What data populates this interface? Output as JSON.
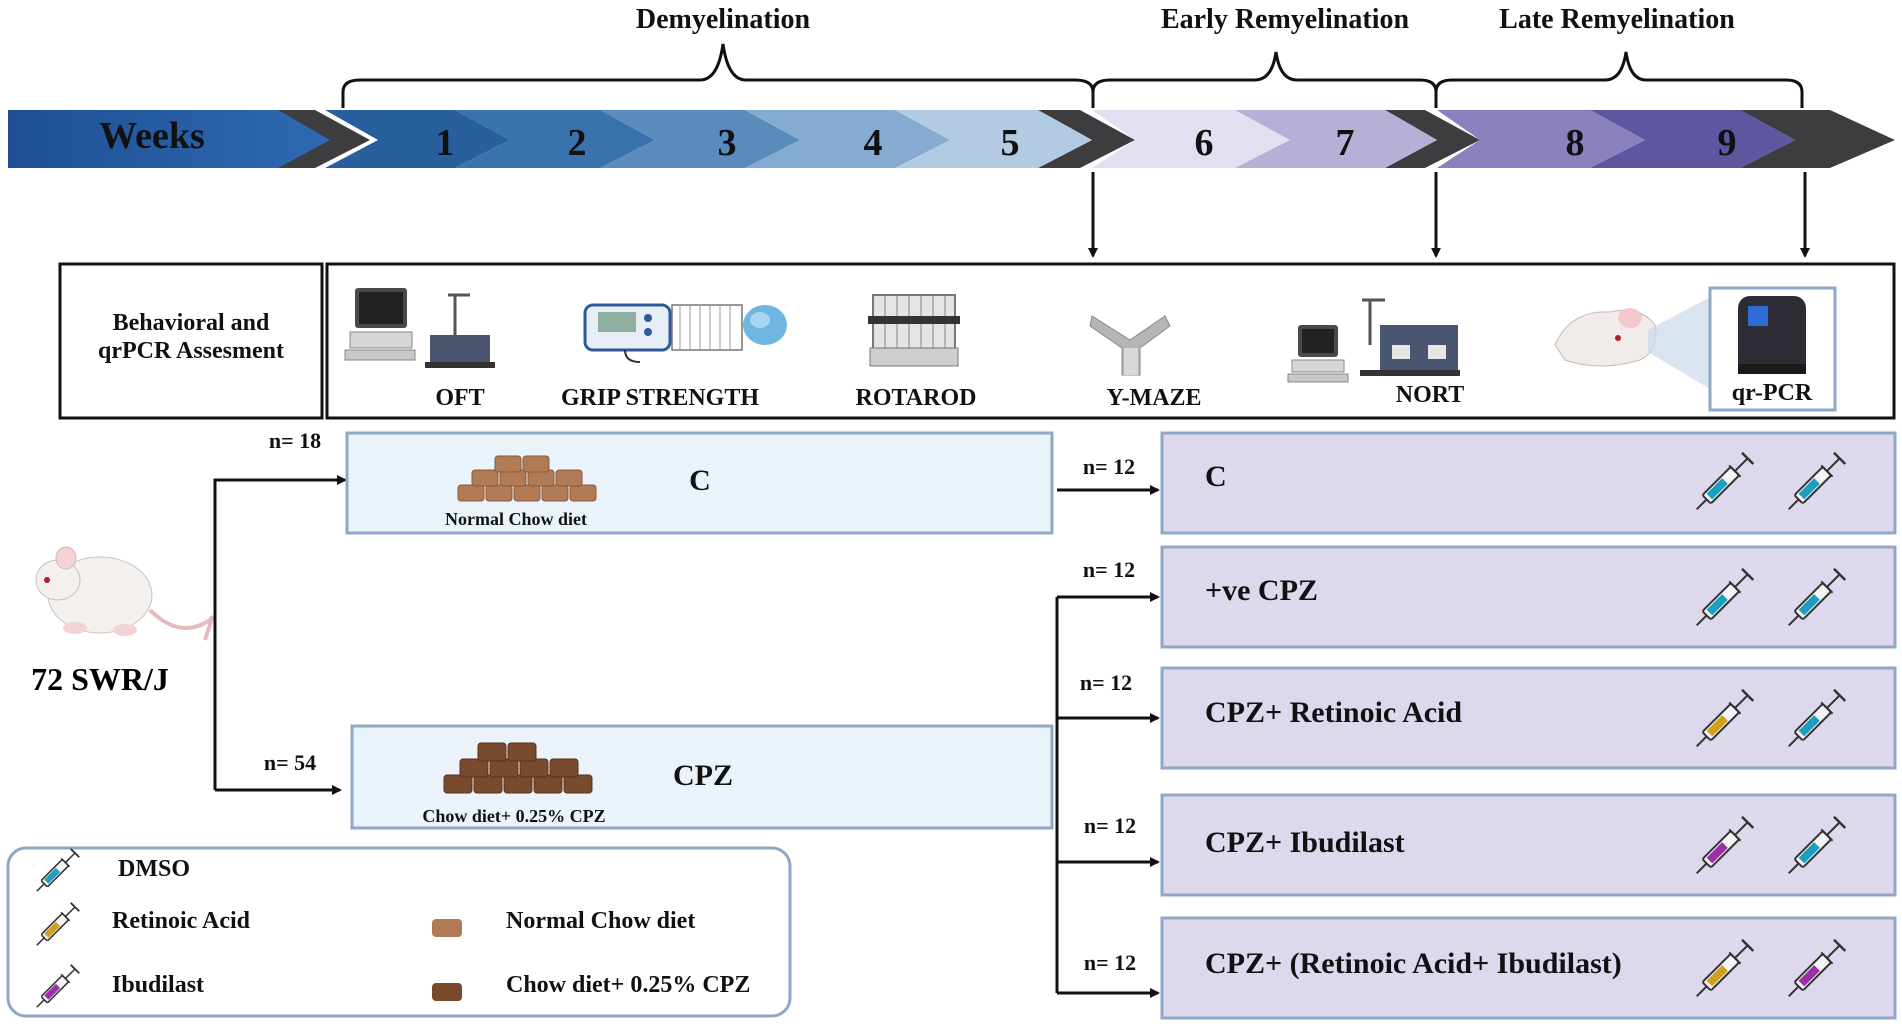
{
  "timeline": {
    "weeks_label": "Weeks",
    "weeks": [
      "1",
      "2",
      "3",
      "4",
      "5",
      "6",
      "7",
      "8",
      "9"
    ],
    "periods": [
      {
        "label": "Demyelination"
      },
      {
        "label": "Early Remyelination"
      },
      {
        "label": "Late Remyelination"
      }
    ]
  },
  "assessment": {
    "title_line1": "Behavioral and",
    "title_line2": "qrPCR Assesment",
    "tests": [
      "OFT",
      "GRIP STRENGTH",
      "ROTAROD",
      "Y-MAZE",
      "NORT",
      "qr-PCR"
    ]
  },
  "source": {
    "label": "72 SWR/J"
  },
  "first_groups": [
    {
      "n": "n= 18",
      "name": "C",
      "diet": "Normal Chow diet"
    },
    {
      "n": "n= 54",
      "name": "CPZ",
      "diet": "Chow diet+ 0.25% CPZ"
    }
  ],
  "final_groups": [
    {
      "n": "n= 12",
      "name": "C",
      "syringes": [
        "DMSO",
        "DMSO"
      ]
    },
    {
      "n": "n= 12",
      "name": "+ve CPZ",
      "syringes": [
        "DMSO",
        "DMSO"
      ]
    },
    {
      "n": "n= 12",
      "name": "CPZ+ Retinoic Acid",
      "syringes": [
        "Retinoic Acid",
        "DMSO"
      ]
    },
    {
      "n": "n= 12",
      "name": "CPZ+ Ibudilast",
      "syringes": [
        "Ibudilast",
        "DMSO"
      ]
    },
    {
      "n": "n= 12",
      "name": "CPZ+ (Retinoic Acid+ Ibudilast)",
      "syringes": [
        "Retinoic Acid",
        "Ibudilast"
      ]
    }
  ],
  "legend": {
    "dmso": "DMSO",
    "retinoic": "Retinoic Acid",
    "ibudilast": "Ibudilast",
    "normal_diet": "Normal Chow diet",
    "cpz_diet": "Chow diet+ 0.25% CPZ"
  },
  "colors": {
    "dmso": "#1e9fbf",
    "retinoic": "#d4a017",
    "ibudilast": "#9b2fa6",
    "normal_chow": "#b07a55",
    "cpz_chow": "#7a4a2e",
    "phase1_box": "#eaf2fa",
    "phase2_box": "#ddd8ec",
    "box_border": "#8fa8c8"
  }
}
